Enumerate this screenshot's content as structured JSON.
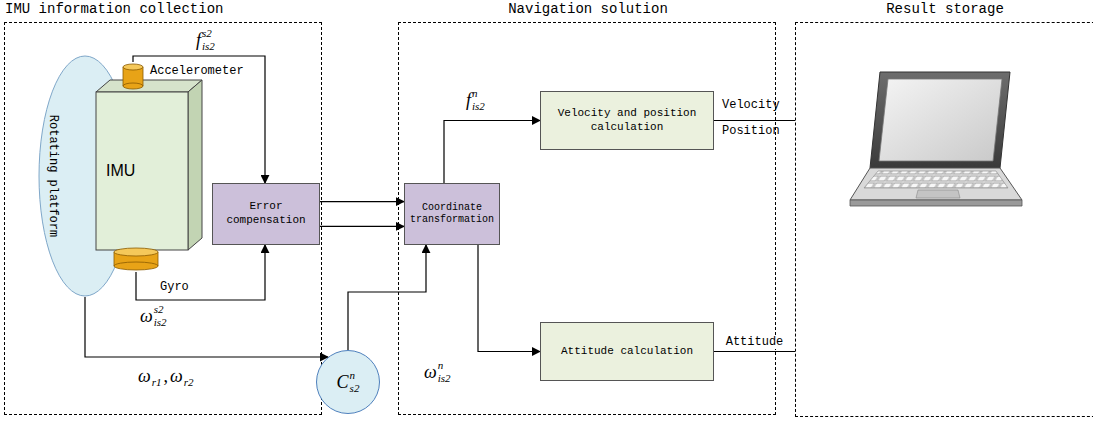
{
  "diagram": {
    "nodes": [
      {
        "text": [
          "IMU information collection"
        ]
      },
      {
        "text": [
          "Rotating platform"
        ],
        "in": 0
      },
      {
        "text": [
          "IMU"
        ],
        "in": 0
      },
      {
        "text": [
          "Error compensation"
        ],
        "in": 0
      },
      {
        "text": [
          "Navigation solution"
        ]
      },
      {
        "text": [
          "Coordinate transformation"
        ],
        "in": 4
      },
      {
        "text": [
          "Velocity and position calculation"
        ],
        "in": 4
      },
      {
        "text": [
          "Attitude calculation"
        ],
        "in": 4
      },
      {
        "text": [
          "Result storage"
        ]
      },
      {
        "text": [
          "C",
          "n",
          "s2"
        ]
      }
    ],
    "edges": [
      {
        "from": 2,
        "to": 3,
        "arrow": "to"
      },
      {
        "from": 2,
        "to": 3,
        "arrow": "to"
      },
      {
        "from": 3,
        "to": 5,
        "arrow": "to"
      },
      {
        "from": 3,
        "to": 5,
        "arrow": "to"
      },
      {
        "from": 1,
        "to": 9,
        "arrow": "to"
      },
      {
        "from": 9,
        "to": 5,
        "arrow": "to"
      },
      {
        "from": 5,
        "to": 6,
        "arrow": "to"
      },
      {
        "from": 5,
        "to": 7,
        "arrow": "to"
      },
      {
        "from": 6,
        "to": 8,
        "arrow": "none"
      },
      {
        "from": 7,
        "to": 8,
        "label": "Attitude",
        "arrow": "none"
      }
    ],
    "labels": [
      "Accelerometer",
      "Gyro",
      "f",
      "s2",
      "is2",
      "ω",
      "s2",
      "is2",
      "ω",
      "r1",
      ",",
      "ω",
      "r2",
      "f",
      "n",
      "is2",
      "ω",
      "n",
      "is2",
      "Velocity",
      "Position"
    ]
  }
}
